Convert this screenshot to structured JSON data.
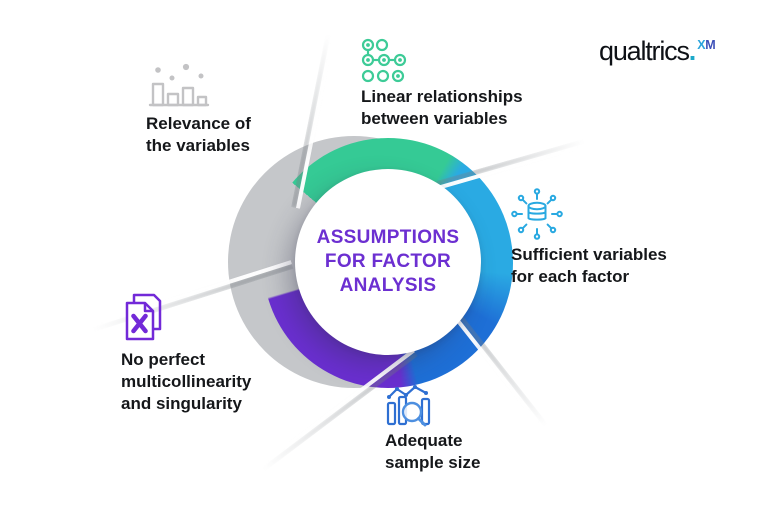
{
  "brand": {
    "wordmark": "qualtrics",
    "dot": ".",
    "superscript_x": "X",
    "superscript_m": "M"
  },
  "center": {
    "line1": "ASSUMPTIONS",
    "line2": "FOR FACTOR",
    "line3": "ANALYSIS"
  },
  "items": {
    "relevance": {
      "line1": "Relevance of",
      "line2": "the variables",
      "icon": "bar-chart-dots-icon"
    },
    "linear": {
      "line1": "Linear relationships",
      "line2": "between variables",
      "icon": "connected-nodes-icon"
    },
    "sufficient": {
      "line1": "Sufficient variables",
      "line2": "for each factor",
      "icon": "database-network-icon"
    },
    "adequate": {
      "line1": "Adequate",
      "line2": "sample size",
      "icon": "chart-magnifier-icon"
    },
    "multicollinearity": {
      "line1": "No perfect",
      "line2": "multicollinearity",
      "line3": "and singularity",
      "icon": "document-x-icon"
    }
  },
  "colors": {
    "ring_green": "#35CA95",
    "ring_cyan": "#2AAAE3",
    "ring_blue": "#1E6FD6",
    "ring_purple": "#6A2FD0",
    "ring_gray": "#C5C7CA",
    "title_purple": "#6C2FD1",
    "label_text": "#15171A",
    "icon_gray": "#C3C3C5",
    "icon_green": "#3DCB97",
    "icon_cyan": "#29A9E1",
    "icon_blue": "#2E6FD2",
    "icon_purple": "#7229D8"
  }
}
